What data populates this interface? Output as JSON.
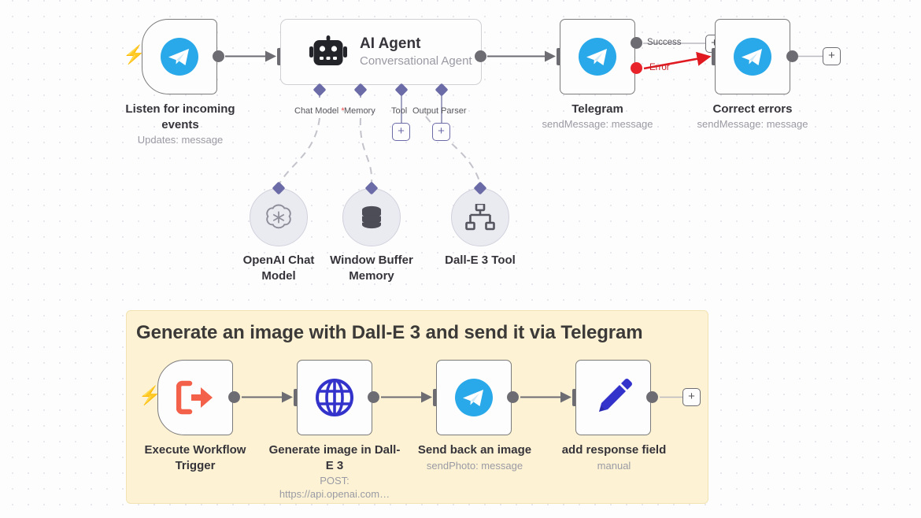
{
  "canvas": {
    "background_color": "#fdfdfd",
    "grid_dot_color": "#e3e3ea"
  },
  "sticky_note": {
    "title": "Generate an image with Dall-E 3 and send it via Telegram",
    "background_color": "#fdf3d4",
    "border_color": "#f2e3b3"
  },
  "top_flow": {
    "nodes": [
      {
        "id": "listen",
        "title": "Listen for incoming events",
        "subtitle": "Updates: message",
        "icon": "telegram-icon",
        "is_trigger": true
      },
      {
        "id": "ai-agent",
        "title": "AI Agent",
        "subtitle": "Conversational Agent",
        "icon": "robot-icon",
        "is_trigger": false
      },
      {
        "id": "telegram",
        "title": "Telegram",
        "subtitle": "sendMessage: message",
        "icon": "telegram-icon",
        "is_trigger": false
      },
      {
        "id": "correct-errors",
        "title": "Correct errors",
        "subtitle": "sendMessage: message",
        "icon": "telegram-icon",
        "is_trigger": false
      }
    ],
    "output_labels": {
      "success": "Success",
      "error": "Error",
      "success_color": "#6c6c72",
      "error_color": "#e8242a"
    }
  },
  "agent_ports": [
    {
      "label": "Chat Model",
      "required": true,
      "has_plus": false
    },
    {
      "label": "Memory",
      "required": false,
      "has_plus": false
    },
    {
      "label": "Tool",
      "required": false,
      "has_plus": true
    },
    {
      "label": "Output Parser",
      "required": false,
      "has_plus": true
    }
  ],
  "sub_nodes": [
    {
      "title": "OpenAI Chat Model",
      "icon": "openai-icon"
    },
    {
      "title": "Window Buffer Memory",
      "icon": "database-icon"
    },
    {
      "title": "Dall-E 3 Tool",
      "icon": "sitemap-icon"
    }
  ],
  "bottom_flow": {
    "nodes": [
      {
        "id": "exec-trigger",
        "title": "Execute Workflow Trigger",
        "subtitle": "",
        "icon": "execute-workflow-icon",
        "is_trigger": true
      },
      {
        "id": "dalle-http",
        "title": "Generate image in Dall-E 3",
        "subtitle": "POST: https://api.openai.com…",
        "icon": "globe-icon",
        "is_trigger": false
      },
      {
        "id": "send-image",
        "title": "Send back an image",
        "subtitle": "sendPhoto: message",
        "icon": "telegram-icon",
        "is_trigger": false
      },
      {
        "id": "add-response",
        "title": "add response field",
        "subtitle": "manual",
        "icon": "pencil-icon",
        "is_trigger": false
      }
    ]
  },
  "buttons": {
    "add_node_label": "+"
  },
  "colors": {
    "telegram_blue": "#29a9e9",
    "trigger_orange": "#ff6d5a",
    "node_border": "#7a7a7a",
    "agent_border": "#cfcfd4",
    "purple": "#6b6ba8",
    "text_primary": "#36343a",
    "text_secondary": "#9a9aa4",
    "wire_gray": "#6c6c72",
    "error_red": "#e8242a"
  }
}
